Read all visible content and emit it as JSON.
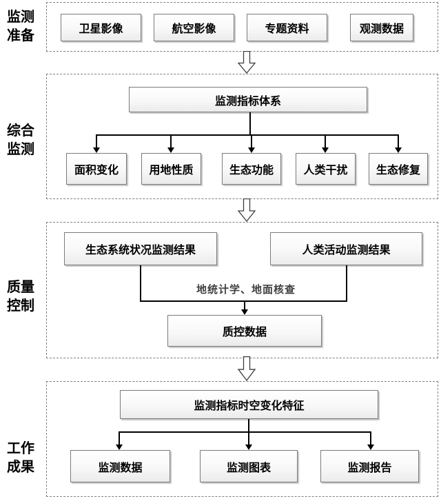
{
  "diagram": {
    "stages": [
      {
        "label": "监测\n准备"
      },
      {
        "label": "综合\n监测"
      },
      {
        "label": "质量\n控制"
      },
      {
        "label": "工作\n成果"
      }
    ],
    "preparation": {
      "boxes": [
        {
          "label": "卫星影像"
        },
        {
          "label": "航空影像"
        },
        {
          "label": "专题资料"
        },
        {
          "label": "观测数据"
        }
      ]
    },
    "monitoring": {
      "root": {
        "label": "监测指标体系"
      },
      "children": [
        {
          "label": "面积变化"
        },
        {
          "label": "用地性质"
        },
        {
          "label": "生态功能"
        },
        {
          "label": "人类干扰"
        },
        {
          "label": "生态修复"
        }
      ]
    },
    "quality": {
      "inputs": [
        {
          "label": "生态系统状况监测结果"
        },
        {
          "label": "人类活动监测结果"
        }
      ],
      "method": {
        "label": "地统计学、地面核查"
      },
      "output": {
        "label": "质控数据"
      }
    },
    "results": {
      "root": {
        "label": "监测指标时空变化特征"
      },
      "children": [
        {
          "label": "监测数据"
        },
        {
          "label": "监测图表"
        },
        {
          "label": "监测报告"
        }
      ]
    }
  },
  "colors": {
    "box_border": "#7a7a7a",
    "box_fill_top": "#ffffff",
    "box_fill_bottom": "#ebebeb",
    "dashed_border": "#7f7f7f",
    "connector": "#000000",
    "annotation_text": "#3f3f3f",
    "text": "#000000"
  }
}
